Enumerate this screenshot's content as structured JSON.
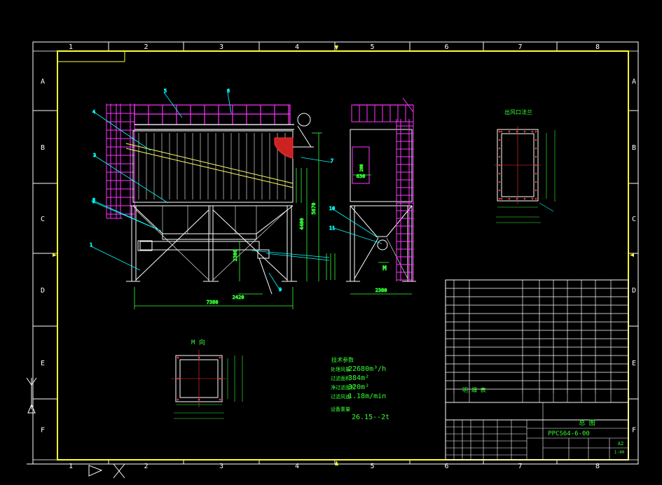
{
  "colors": {
    "background": "#000000",
    "outer_frame": "#ffffff",
    "title_border": "#ffff33",
    "structure": "#ffffff",
    "frame_magenta": "#ff33ff",
    "leader": "#00ffff",
    "dimension": "#33ff33",
    "axis": "#ff3333",
    "accent_red": "#ff3333",
    "accent_yellow": "#ffff66"
  },
  "grid": {
    "columns": [
      "1",
      "2",
      "3",
      "4",
      "5",
      "6",
      "7",
      "8"
    ],
    "rows": [
      "A",
      "B",
      "C",
      "D",
      "E",
      "F"
    ]
  },
  "callouts": [
    "1",
    "2",
    "3",
    "4",
    "5",
    "6",
    "7",
    "8",
    "9",
    "10",
    "11"
  ],
  "dimensions": {
    "front_width": "7380",
    "front_base": "2420",
    "front_height_total": "5670",
    "front_height_mid": "4400",
    "front_height_low": "2300",
    "side_width": "2380",
    "side_box": "630",
    "side_box_v": "200"
  },
  "views": {
    "m_view_label": "M 向",
    "side_marker": "M",
    "air_outlet_label": "出风口法兰"
  },
  "specs": {
    "heading": "技术参数",
    "rows": [
      {
        "label": "处理风量",
        "value": "22680m³/h"
      },
      {
        "label": "过滤面积",
        "value": "384m²"
      },
      {
        "label": "净过滤面积",
        "value": "320m²"
      },
      {
        "label": "过滤风速",
        "value": "1.18m/min"
      },
      {
        "label": "设备重量",
        "value": "26.15--2t"
      }
    ]
  },
  "title_block": {
    "parts_header": "明 细 表",
    "title_name": "总 图",
    "drawing_number": "PPCS64-6-00",
    "sheet_size": "A2",
    "scale": "1:40"
  }
}
